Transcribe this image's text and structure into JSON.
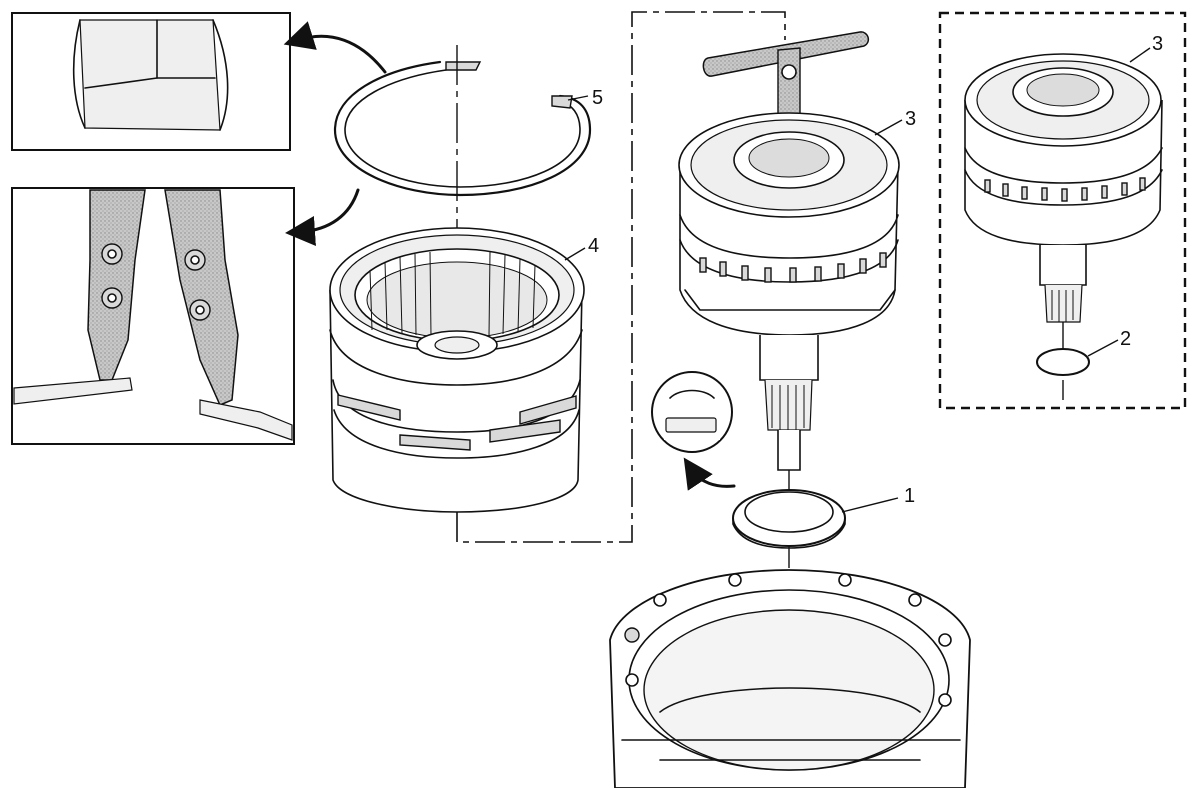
{
  "callouts": [
    {
      "id": "1",
      "label": "1"
    },
    {
      "id": "2",
      "label": "2"
    },
    {
      "id": "3a",
      "label": "3"
    },
    {
      "id": "3b",
      "label": "3"
    },
    {
      "id": "4",
      "label": "4"
    },
    {
      "id": "5",
      "label": "5"
    }
  ]
}
